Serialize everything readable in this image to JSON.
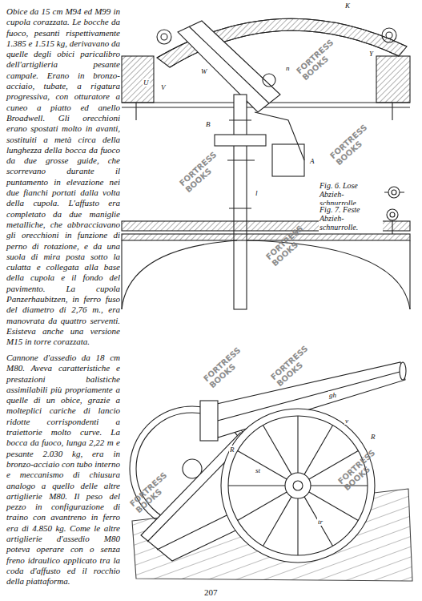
{
  "diagram": {
    "labels": [
      "Obice da 15 cm M94 ed M99 in cupola corazzata. Le bocche da fuoco, pesanti rispettivamente 1.385 e 1.515 kg, derivavano da quelle degli obici paricalibro dell'artiglieria pesante campale. Erano in bronzo-acciaio, tubate, a rigatura progressiva, con otturatore a cuneo a piatto ed anello Broadwell. Gli orecchioni erano spostati molto in avanti, sostituiti a metà circa della lunghezza della bocca da fuoco da due grosse guide, che scorrevano durante il puntamento in elevazione nei due fianchi portati dalla volta della cupola. L'affusto era completato da due maniglie metalliche, che abbracciavano gli orecchioni in funzione di perno di rotazione, e da una suola di mira posta sotto la culatta e collegata alla base della cupola e il fondo del pavimento. La cupola Panzerhaubitzen, in ferro fuso del diametro di 2,76 m., era manovrata da quattro serventi. Esisteva anche una versione M15 in torre corazzata.",
      "Cannone d'assedio da 18 cm M80. Aveva caratteristiche e prestazioni balistiche assimilabili più propriamente a quelle di un obice, grazie a molteplici cariche di lancio ridotte corrispondenti a traiettorie molto curve. La bocca da fuoco, lunga 2,22 m e pesante 2.030 kg, era in bronzo-acciaio con tubo interno e meccanismo di chiusura analogo a quello delle altre artiglierie M80. Il peso del pezzo in configurazione di traino con avantreno in ferro era di 4.850 kg. Come le altre artiglierie d'assedio M80 poteva operare con o senza freno idraulico applicato tra la coda d'affusto ed il rocchio della piattaforma.",
      "Fig. 6. Lose Abzieh-schnurrolle.",
      "Fig. 7. Feste Abzieh-schnurrolle.",
      "K",
      "W",
      "Y",
      "U",
      "V",
      "n",
      "B",
      "A",
      "l",
      "R",
      "R",
      "st",
      "tr",
      "gh",
      "v",
      "FORTRESS BOOKS",
      "FORTRESS BOOKS",
      "FORTRESS BOOKS",
      "FORTRESS BOOKS",
      "FORTRESS BOOKS",
      "FORTRESS BOOKS",
      "FORTRESS BOOKS",
      "FORTRESS BOOKS",
      "207"
    ]
  }
}
